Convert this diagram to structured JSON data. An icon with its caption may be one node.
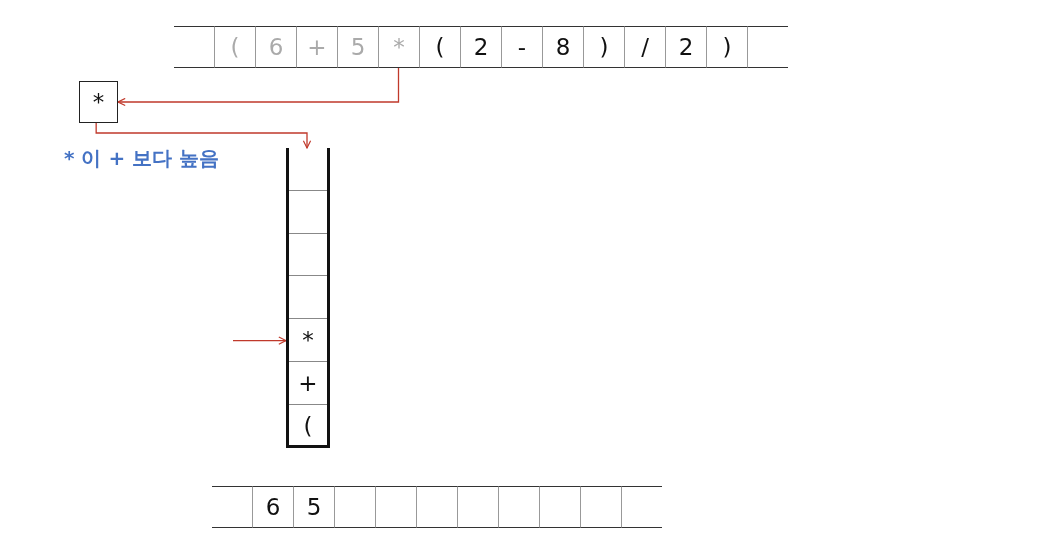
{
  "diagram": {
    "nodes": [
      {
        "text": [],
        "shape": "box"
      },
      {
        "text": [
          "("
        ]
      },
      {
        "text": [
          "6"
        ]
      },
      {
        "text": [
          "+"
        ]
      },
      {
        "text": [
          "5"
        ]
      },
      {
        "text": [
          "*"
        ]
      },
      {
        "text": [
          "("
        ]
      },
      {
        "text": [
          "2"
        ]
      },
      {
        "text": [
          "-"
        ]
      },
      {
        "text": [
          "8"
        ]
      },
      {
        "text": [
          ")"
        ]
      },
      {
        "text": [
          "/"
        ]
      },
      {
        "text": [
          "2"
        ]
      },
      {
        "text": [
          ")"
        ]
      },
      {
        "text": [],
        "shape": "box"
      },
      {
        "text": [
          "*"
        ]
      },
      {
        "text": [],
        "shape": "box"
      },
      {
        "text": [],
        "shape": "box",
        "in": 16
      },
      {
        "text": [],
        "shape": "box",
        "in": 16
      },
      {
        "text": [],
        "shape": "box",
        "in": 16
      },
      {
        "text": [],
        "shape": "box",
        "in": 16
      },
      {
        "text": [
          "*"
        ],
        "in": 16
      },
      {
        "text": [
          "+"
        ],
        "in": 16
      },
      {
        "text": [
          "("
        ],
        "in": 16
      },
      {
        "text": [],
        "shape": "box"
      },
      {
        "text": [
          "6"
        ]
      },
      {
        "text": [
          "5"
        ]
      },
      {
        "text": [],
        "shape": "box"
      },
      {
        "text": [],
        "shape": "box"
      },
      {
        "text": [],
        "shape": "box"
      },
      {
        "text": [],
        "shape": "box"
      },
      {
        "text": [],
        "shape": "box"
      },
      {
        "text": [],
        "shape": "box"
      },
      {
        "text": [],
        "shape": "box"
      },
      {
        "text": [],
        "shape": "box"
      }
    ],
    "edges": [
      {
        "from": 5,
        "to": 15,
        "arrow": "to",
        "color": "#c0392b"
      },
      {
        "from": 15,
        "to": 16,
        "arrow": "to",
        "color": "#c0392b"
      },
      {
        "from": null,
        "to": 21,
        "arrow": "to",
        "color": "#c0392b"
      }
    ],
    "labels": [
      "* 이 + 보다 높음"
    ]
  }
}
